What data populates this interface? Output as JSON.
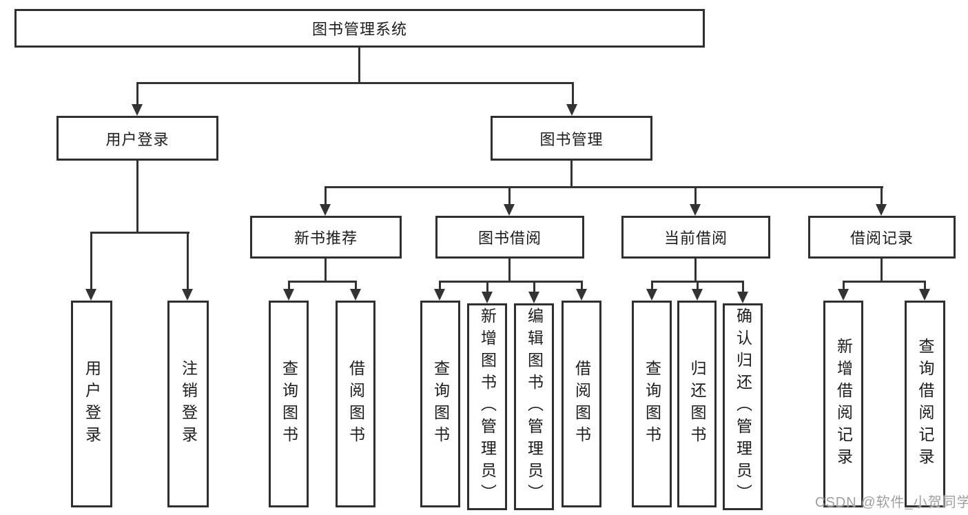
{
  "diagram": {
    "title": "图书管理系统",
    "level2": [
      {
        "label": "用户登录"
      },
      {
        "label": "图书管理"
      }
    ],
    "level3": [
      {
        "label": "新书推荐"
      },
      {
        "label": "图书借阅"
      },
      {
        "label": "当前借阅"
      },
      {
        "label": "借阅记录"
      }
    ],
    "leaves": [
      {
        "label": "用户登录"
      },
      {
        "label": "注销登录"
      },
      {
        "label": "查询图书"
      },
      {
        "label": "借阅图书"
      },
      {
        "label": "查询图书"
      },
      {
        "label": "新增图书（管理员）"
      },
      {
        "label": "编辑图书（管理员）"
      },
      {
        "label": "借阅图书"
      },
      {
        "label": "查询图书"
      },
      {
        "label": "归还图书"
      },
      {
        "label": "确认归还（管理员）"
      },
      {
        "label": "新增借阅记录"
      },
      {
        "label": "查询借阅记录"
      }
    ],
    "watermark": "CSDN @软件_小贺同学",
    "colors": {
      "line": "#333333",
      "border": "#2f2f2f",
      "text": "#1c1c1c",
      "watermark": "#9f9f9f",
      "background": "#ffffff"
    }
  }
}
